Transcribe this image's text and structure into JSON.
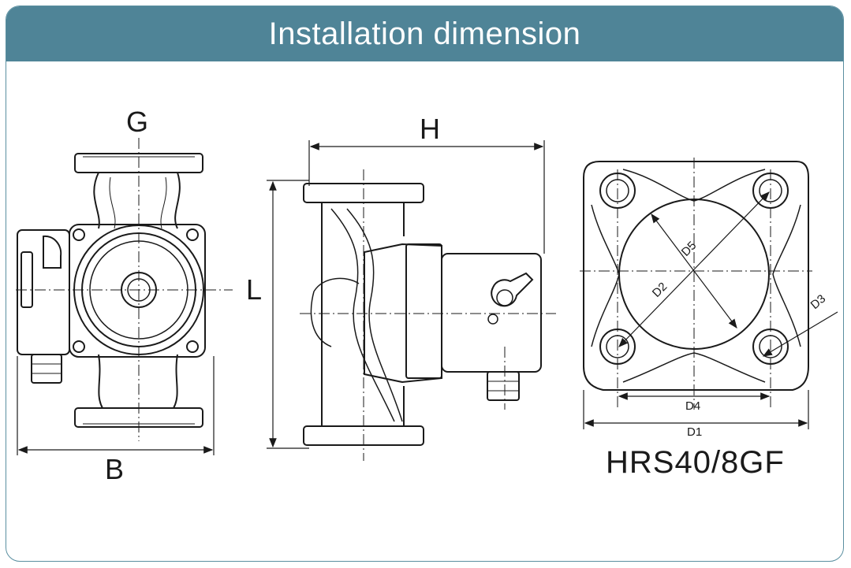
{
  "header": {
    "title": "Installation dimension"
  },
  "front_view": {
    "label_top": "G",
    "label_bottom": "B"
  },
  "side_view": {
    "label_top": "H",
    "label_side": "L"
  },
  "flange_view": {
    "label_d1": "D1",
    "label_d2": "D2",
    "label_d3": "D3",
    "label_d4": "D4",
    "label_d5": "D5",
    "model": "HRS40/8GF"
  },
  "colors": {
    "header_bg": "#4f8497",
    "frame_border": "#5a8fa0",
    "line": "#1a1a1a"
  }
}
